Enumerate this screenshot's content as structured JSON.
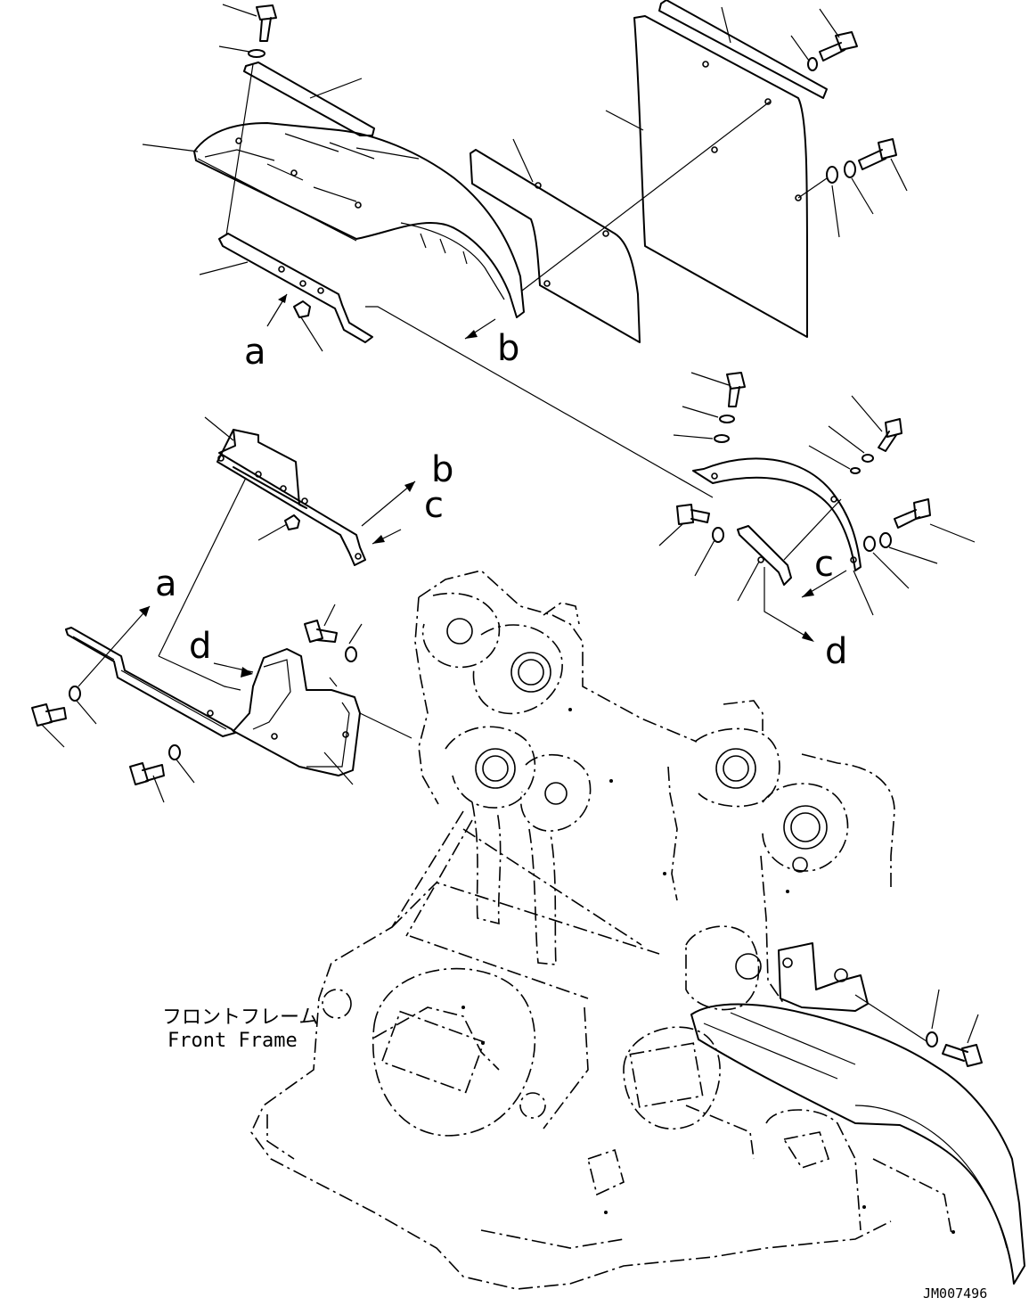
{
  "callouts": {
    "a1": "a",
    "b1": "b",
    "b2": "b",
    "c1": "c",
    "c2": "c",
    "a2": "a",
    "d1": "d",
    "d2": "d"
  },
  "frame_label": {
    "jp": "フロントフレーム",
    "en": "Front Frame"
  },
  "drawing_code": "JM007496"
}
